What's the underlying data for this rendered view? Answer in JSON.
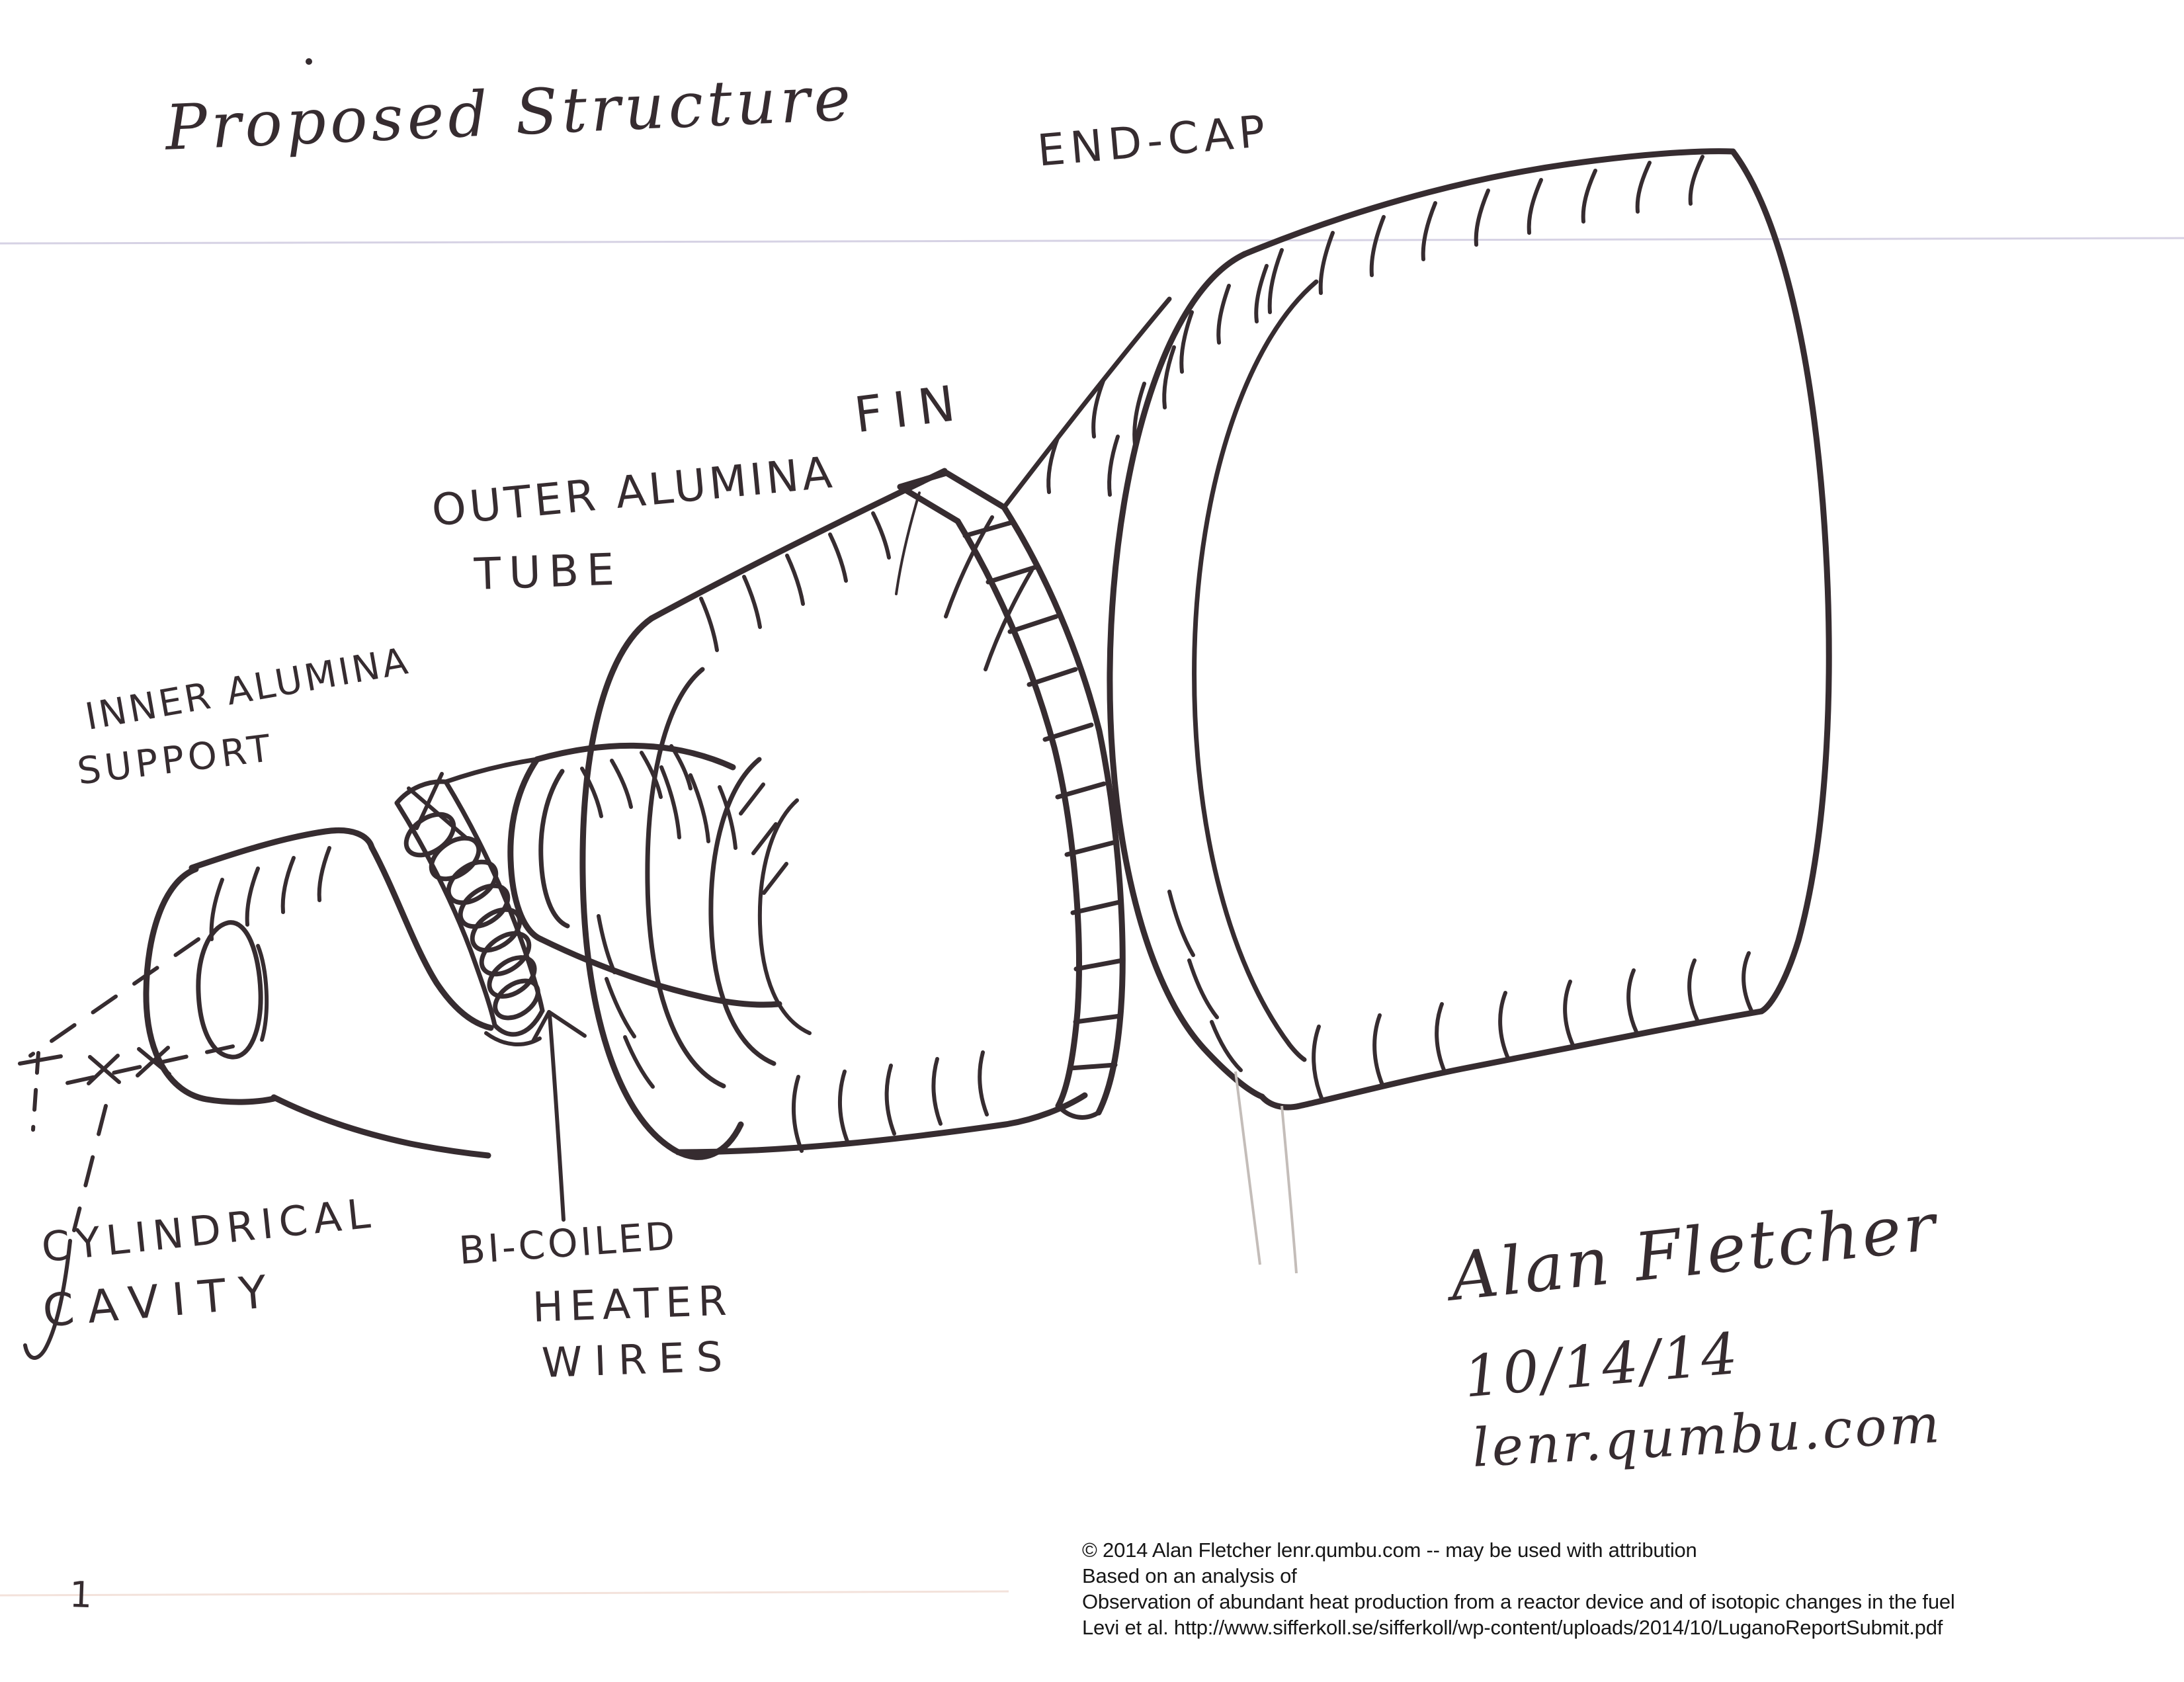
{
  "page": {
    "title": "Proposed Structure",
    "page_number": "1"
  },
  "labels": {
    "end_cap": "END-CAP",
    "fin": "FIN",
    "outer_tube_line1": "OUTER ALUMINA",
    "outer_tube_line2": "TUBE",
    "inner_support_line1": "INNER ALUMINA",
    "inner_support_line2": "SUPPORT",
    "cavity_line1": "CYLINDRICAL",
    "cavity_line2": "CAVITY",
    "heater_line1": "BI-COILED",
    "heater_line2": "HEATER",
    "heater_line3": "WIRES"
  },
  "signature": {
    "name": "Alan Fletcher",
    "date": "10/14/14",
    "website": "lenr.qumbu.com"
  },
  "footer": {
    "line1": "© 2014 Alan Fletcher lenr.qumbu.com  -- may be used with attribution",
    "line2": "Based on an analysis of",
    "line3": "Observation of abundant heat production from a reactor device and of isotopic changes in the fuel",
    "line4": "Levi et al. http://www.sifferkoll.se/sifferkoll/wp-content/uploads/2014/10/LuganoReportSubmit.pdf"
  },
  "colors": {
    "ink": "#362c30",
    "paper": "#ffffff",
    "ruled_line": "#d6d2e4",
    "faint_line": "#f3e2db",
    "pencil": "#c4bdb9"
  }
}
